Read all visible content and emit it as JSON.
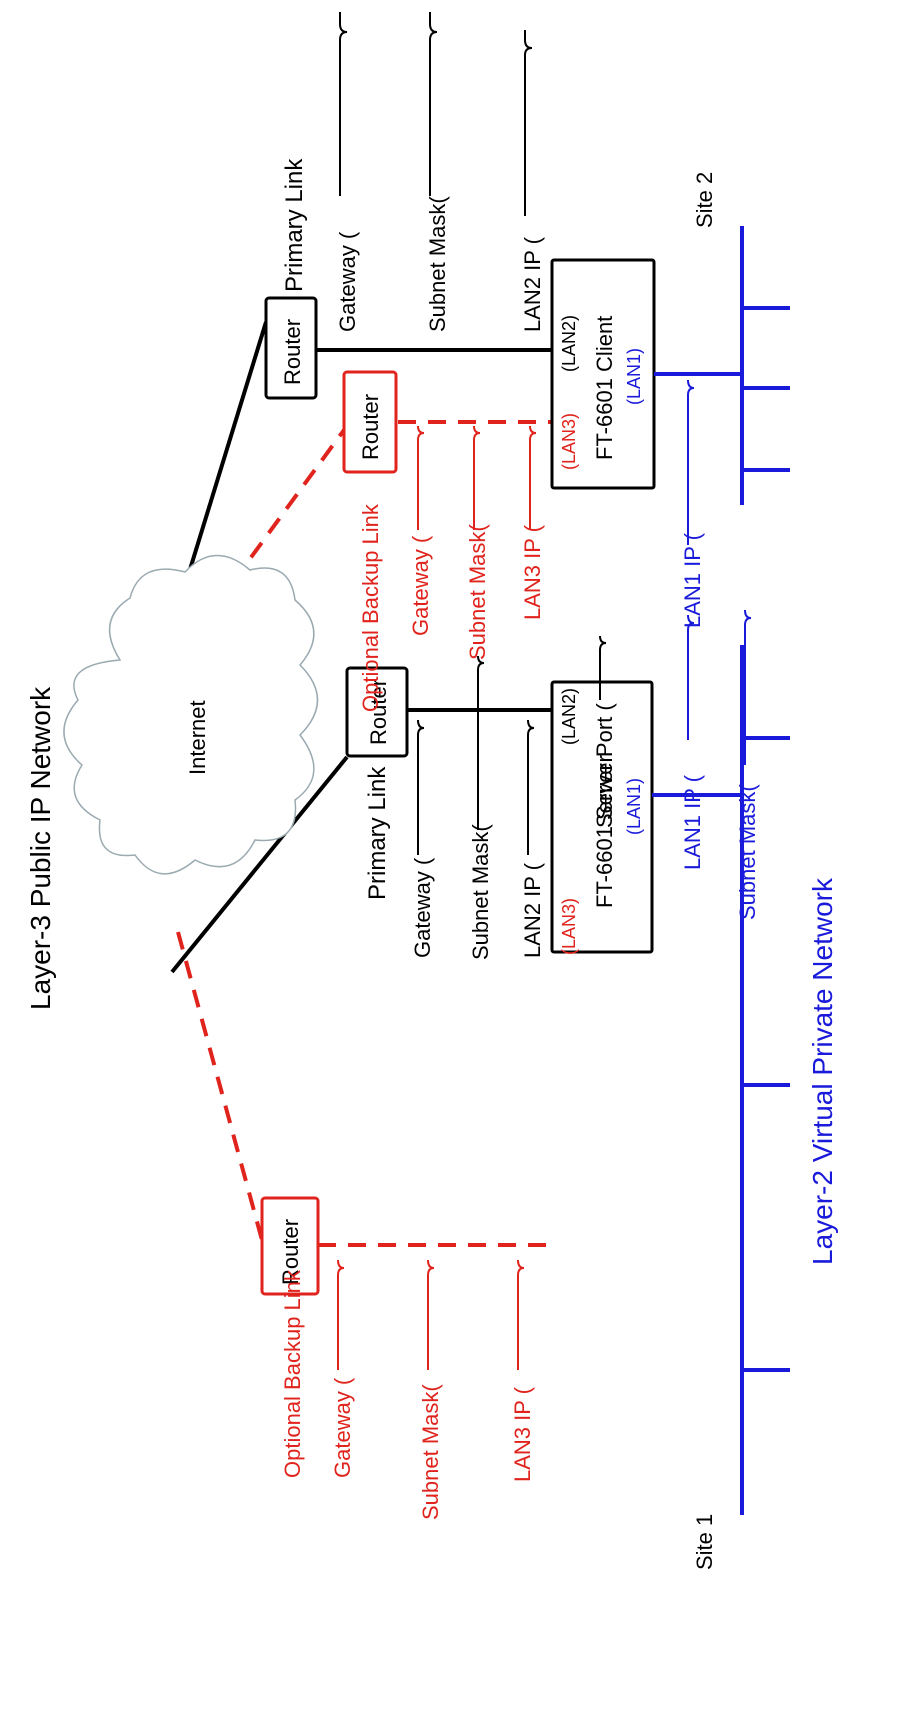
{
  "title_top": "Layer-3 Public IP Network",
  "title_bottom": "Layer-2 Virtual Private Network",
  "cloud_label": "Internet",
  "router_label": "Router",
  "site1": {
    "site_label": "Site 1",
    "device_label": "FT-6601 Server",
    "port_lan1": "(LAN1)",
    "port_lan2": "(LAN2)",
    "port_lan3": "(LAN3)",
    "primary": {
      "link_label": "Primary Link",
      "gateway": "Gateway (",
      "subnet_mask": "Subnet Mask(",
      "lan2_ip": "LAN2 IP (",
      "server_port": "Server Port ("
    },
    "backup": {
      "link_label": "Optional Backup Link",
      "gateway": "Gateway (",
      "subnet_mask": "Subnet Mask(",
      "lan3_ip": "LAN3 IP ("
    },
    "lan1_ip": "LAN1 IP ("
  },
  "site2": {
    "site_label": "Site 2",
    "device_label": "FT-6601 Client",
    "port_lan1": "(LAN1)",
    "port_lan2": "(LAN2)",
    "port_lan3": "(LAN3)",
    "primary": {
      "link_label": "Primary Link",
      "gateway": "Gateway (",
      "subnet_mask": "Subnet Mask(",
      "lan2_ip": "LAN2 IP ("
    },
    "backup": {
      "link_label": "Optional Backup Link",
      "gateway": "Gateway (",
      "subnet_mask": "Subnet Mask(",
      "lan3_ip": "LAN3 IP ("
    },
    "lan1_ip": "LAN1 IP ("
  },
  "vpn_subnet_mask": "Subnet Mask(",
  "colors": {
    "primary": "#000000",
    "backup": "#e0231c",
    "vpn": "#1a1adb"
  }
}
